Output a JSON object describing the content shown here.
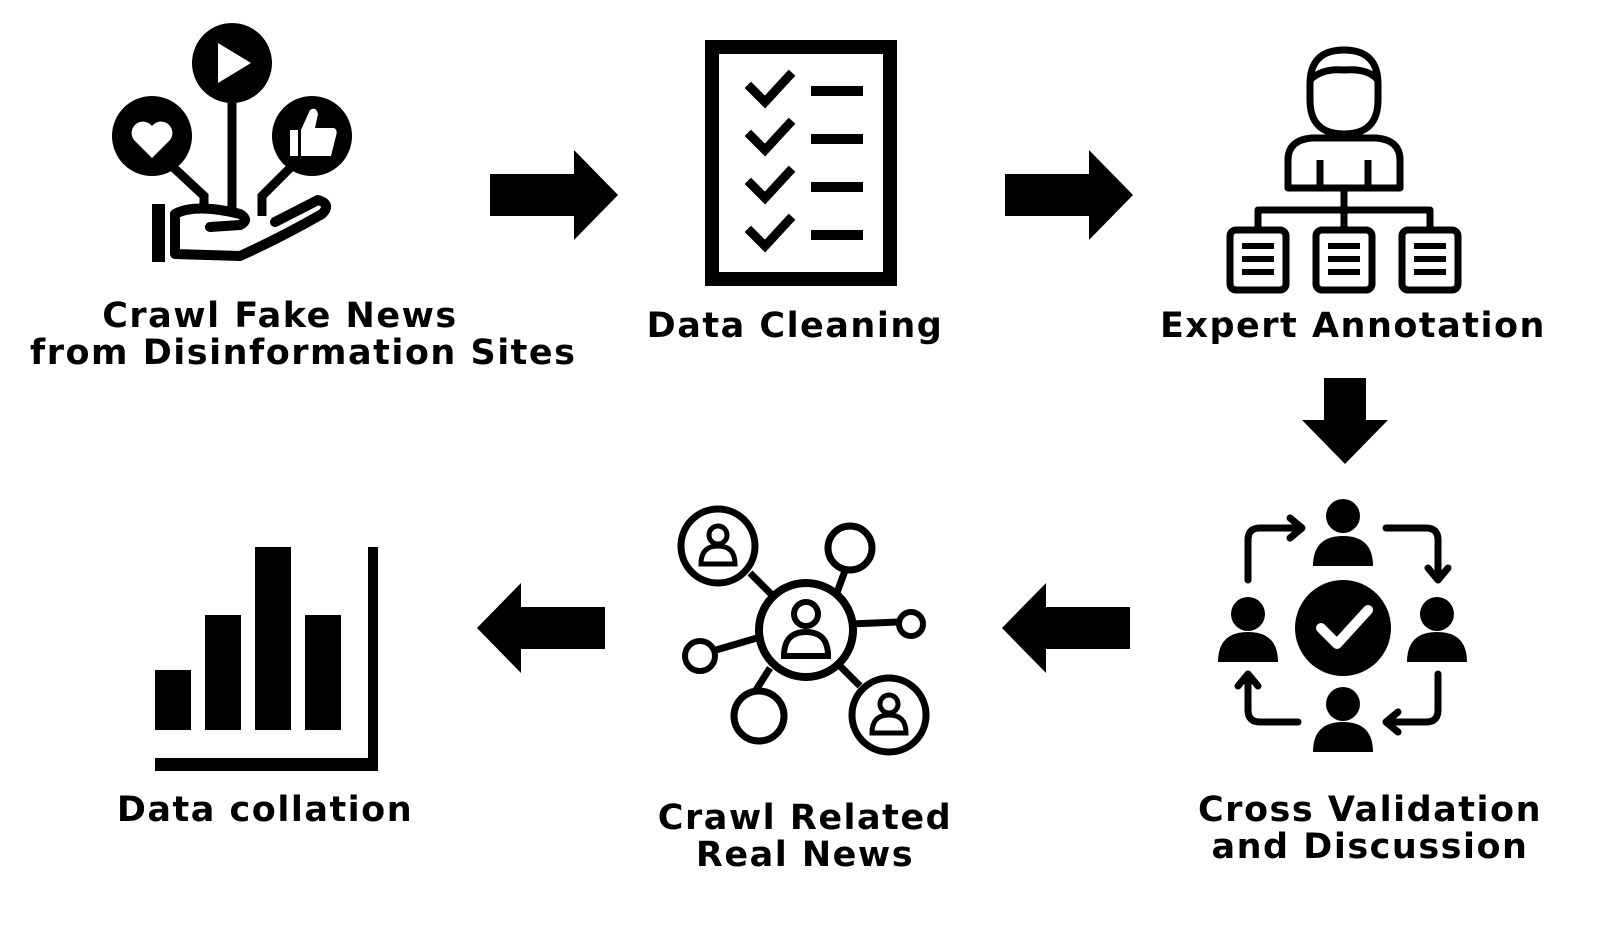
{
  "steps": [
    {
      "id": "crawl_fake",
      "line1": "Crawl Fake News",
      "line2": "from Disinformation Sites",
      "icon": "hand-social-icon"
    },
    {
      "id": "cleaning",
      "line1": "Data Cleaning",
      "icon": "checklist-icon"
    },
    {
      "id": "annotation",
      "line1": "Expert Annotation",
      "icon": "expert-hierarchy-icon"
    },
    {
      "id": "cross_validation",
      "line1": "Cross Validation",
      "line2": "and Discussion",
      "icon": "team-cycle-check-icon"
    },
    {
      "id": "crawl_real",
      "line1": "Crawl Related",
      "line2": "Real News",
      "icon": "user-network-icon"
    },
    {
      "id": "collation",
      "line1": "Data collation",
      "icon": "bar-chart-icon"
    }
  ],
  "flow": [
    "right",
    "right",
    "down",
    "left",
    "left"
  ],
  "colors": {
    "foreground": "#000000",
    "background": "#ffffff"
  }
}
